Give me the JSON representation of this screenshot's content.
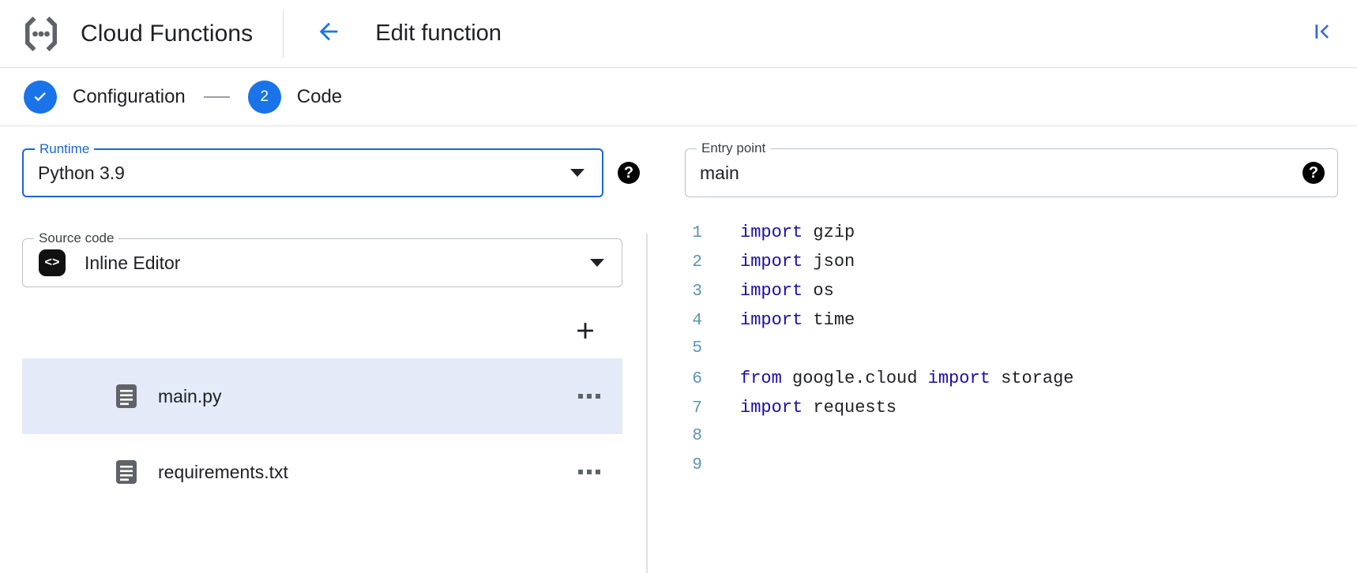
{
  "appbar": {
    "logo_icon": "cloud-functions-logo",
    "brand_title": "Cloud Functions",
    "back_icon": "arrow-left-icon",
    "page_title": "Edit function",
    "collapse_icon": "first-page-icon",
    "accent_color": "#1a73e8"
  },
  "stepper": {
    "steps": [
      {
        "id": "configuration",
        "marker": "✓",
        "label": "Configuration",
        "state": "complete"
      },
      {
        "id": "code",
        "marker": "2",
        "label": "Code",
        "state": "active"
      }
    ]
  },
  "form": {
    "runtime": {
      "label": "Runtime",
      "value": "Python 3.9",
      "focused": true,
      "dropdown_icon": "chevron-down-icon",
      "help_icon": "help-icon"
    },
    "entry_point": {
      "label": "Entry point",
      "value": "main",
      "placeholder": "Entry point",
      "focused": false,
      "help_icon": "help-icon"
    },
    "source_code": {
      "label": "Source code",
      "value": "Inline Editor",
      "badge_icon": "code-brackets-icon",
      "badge_text": "<>",
      "dropdown_icon": "chevron-down-icon"
    }
  },
  "files": {
    "add_icon": "plus-icon",
    "add_label": "+",
    "items": [
      {
        "name": "main.py",
        "icon": "file-document-icon",
        "selected": true,
        "menu_icon": "more-horizontal-icon"
      },
      {
        "name": "requirements.txt",
        "icon": "file-document-icon",
        "selected": false,
        "menu_icon": "more-horizontal-icon"
      }
    ]
  },
  "editor": {
    "keyword_color": "#1a0dab",
    "line_number_color": "#3f7fa0",
    "lines": [
      {
        "n": "1",
        "tokens": [
          {
            "t": "import",
            "k": "kw"
          },
          {
            "t": " gzip",
            "k": ""
          }
        ]
      },
      {
        "n": "2",
        "tokens": [
          {
            "t": "import",
            "k": "kw"
          },
          {
            "t": " json",
            "k": ""
          }
        ]
      },
      {
        "n": "3",
        "tokens": [
          {
            "t": "import",
            "k": "kw"
          },
          {
            "t": " os",
            "k": ""
          }
        ]
      },
      {
        "n": "4",
        "tokens": [
          {
            "t": "import",
            "k": "kw"
          },
          {
            "t": " time",
            "k": ""
          }
        ]
      },
      {
        "n": "5",
        "tokens": []
      },
      {
        "n": "6",
        "tokens": [
          {
            "t": "from",
            "k": "kw"
          },
          {
            "t": " google.cloud ",
            "k": ""
          },
          {
            "t": "import",
            "k": "kw"
          },
          {
            "t": " storage",
            "k": ""
          }
        ]
      },
      {
        "n": "7",
        "tokens": [
          {
            "t": "import",
            "k": "kw"
          },
          {
            "t": " requests",
            "k": ""
          }
        ]
      },
      {
        "n": "8",
        "tokens": []
      },
      {
        "n": "9",
        "tokens": []
      }
    ]
  }
}
